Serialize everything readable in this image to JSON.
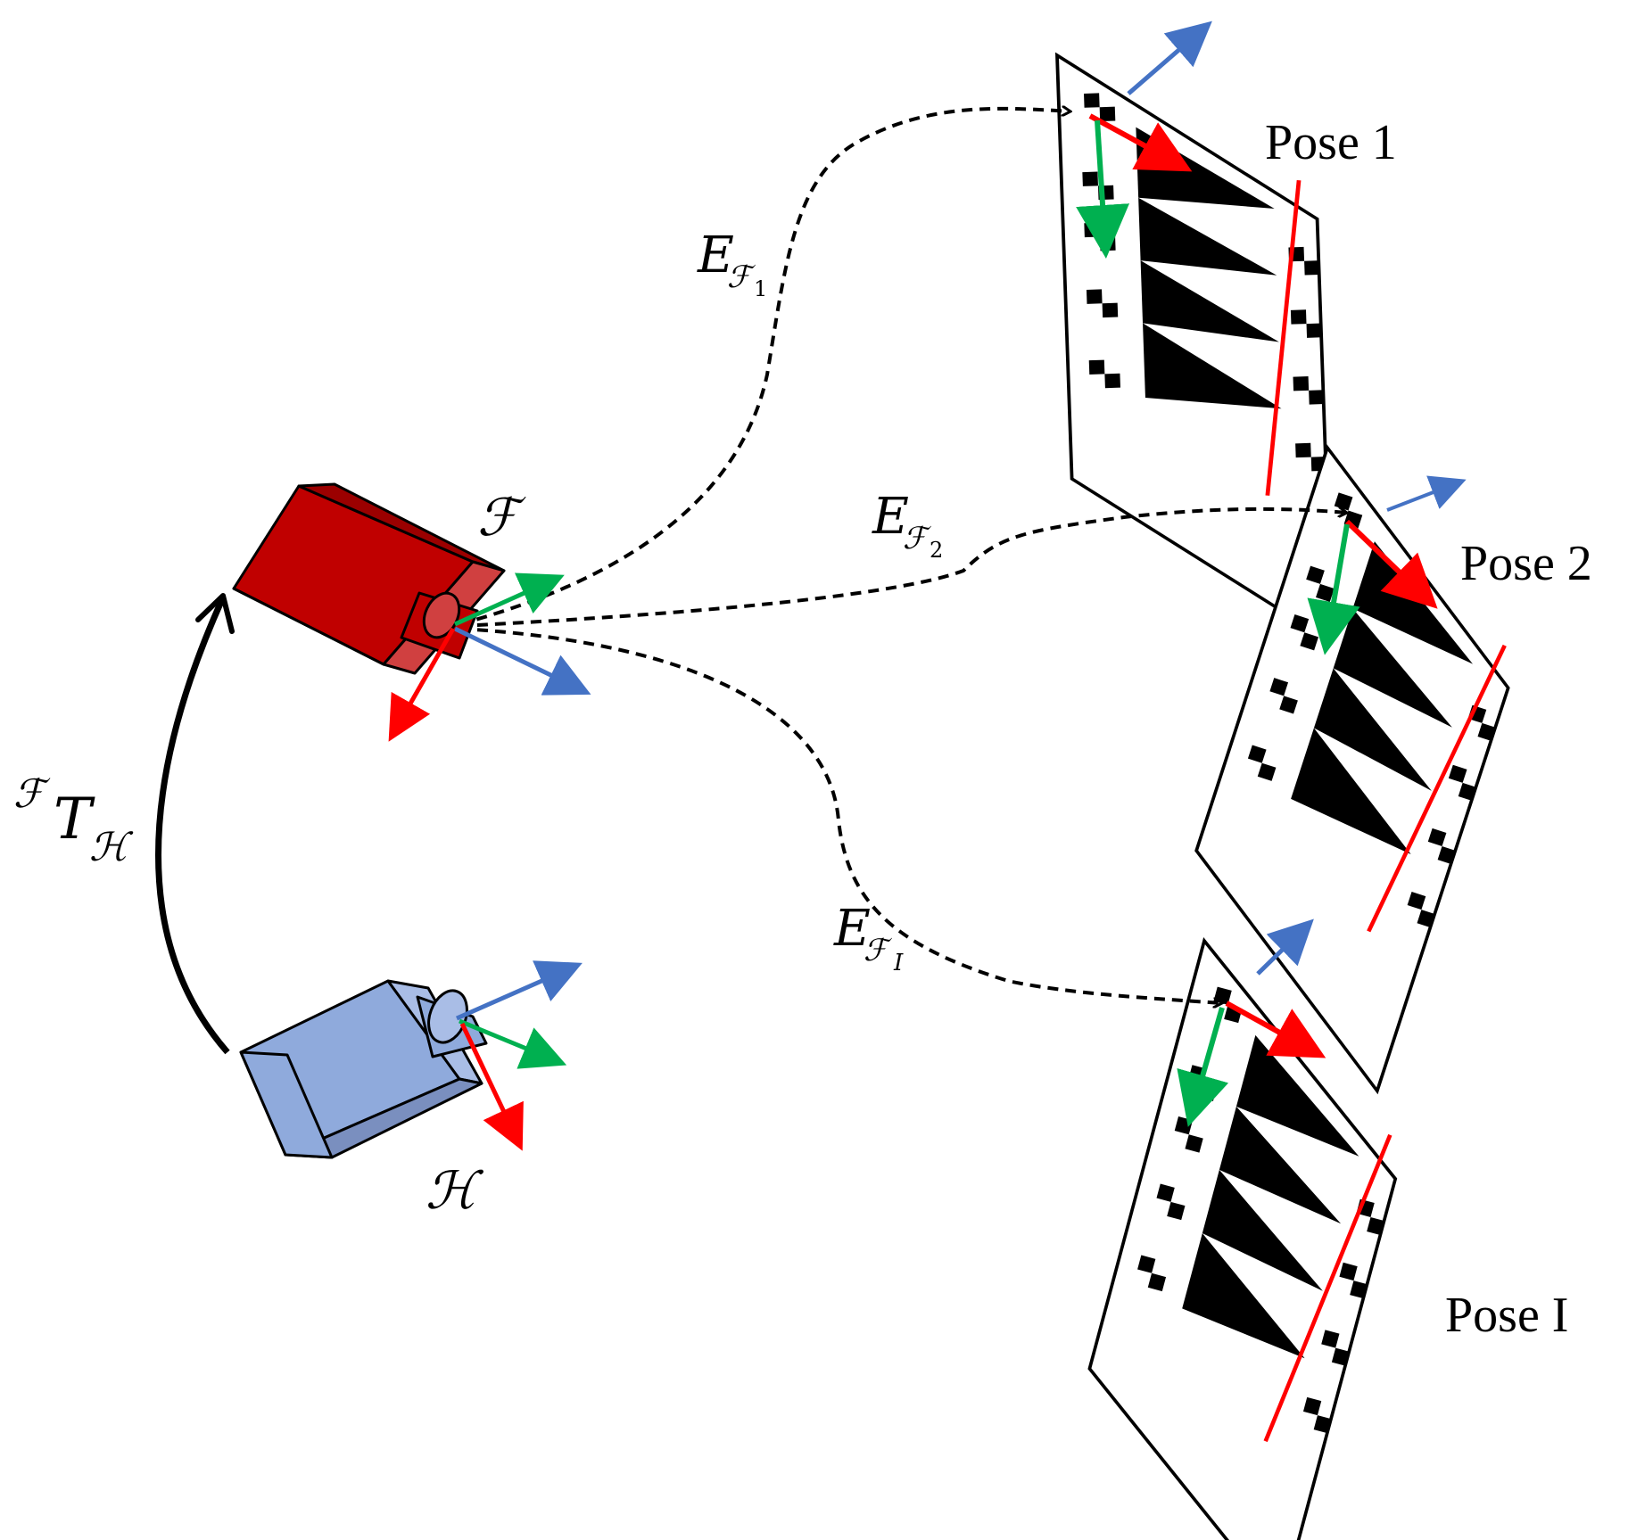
{
  "labels": {
    "pose_1": "Pose 1",
    "pose_2": "Pose 2",
    "pose_i": "Pose I",
    "frame_f": "ℱ",
    "frame_h": "ℋ",
    "transform_sup": "ℱ",
    "transform_main": "T",
    "transform_sub": "ℋ",
    "edge_1_main": "E",
    "edge_1_sub": "ℱ",
    "edge_1_subsub": "1",
    "edge_2_main": "E",
    "edge_2_sub": "ℱ",
    "edge_2_subsub": "2",
    "edge_i_main": "E",
    "edge_i_sub": "ℱ",
    "edge_i_subsub": "I"
  },
  "colors": {
    "axis_x": "#ff0000",
    "axis_y": "#00b050",
    "axis_z": "#4472c4",
    "camera_f_front": "#c00000",
    "camera_f_top": "#9b0000",
    "camera_f_side": "#d04040",
    "camera_h_front": "#8faadc",
    "camera_h_side": "#7a8fbf",
    "camera_h_top": "#a9bde6",
    "outline": "#000000"
  },
  "icons": {
    "camera_f": "red-camera-icon",
    "camera_h": "blue-camera-icon",
    "target": "calibration-target-icon"
  }
}
